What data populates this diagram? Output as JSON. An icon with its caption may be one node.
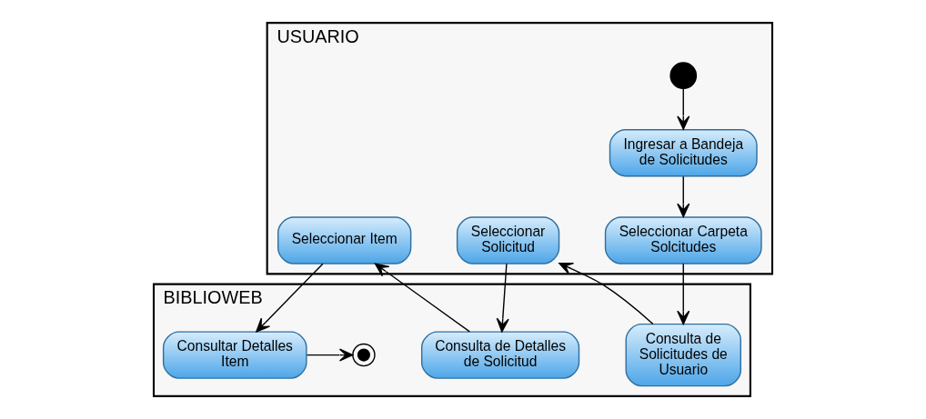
{
  "diagram": {
    "nodes": [
      {
        "text": [
          "USUARIO"
        ]
      },
      {
        "text": [
          "BIBLIOWEB"
        ]
      },
      {
        "text": [],
        "shape": "circle",
        "in": 0
      },
      {
        "text": [
          "Ingresar a Bandeja de Solicitudes"
        ],
        "in": 0
      },
      {
        "text": [
          "Seleccionar Carpeta Solcitudes"
        ],
        "in": 0
      },
      {
        "text": [
          "Seleccionar Solicitud"
        ],
        "in": 0
      },
      {
        "text": [
          "Seleccionar Item"
        ],
        "in": 0
      },
      {
        "text": [
          "Consulta de Solicitudes de Usuario"
        ],
        "in": 1
      },
      {
        "text": [
          "Consulta de Detalles de Solicitud"
        ],
        "in": 1
      },
      {
        "text": [
          "Consultar Detalles Item"
        ],
        "in": 1
      },
      {
        "text": [],
        "shape": "circle",
        "in": 1
      }
    ],
    "edges": [
      {
        "from": 2,
        "to": 3,
        "arrow": "to"
      },
      {
        "from": 3,
        "to": 4,
        "arrow": "to"
      },
      {
        "from": 4,
        "to": 7,
        "arrow": "to"
      },
      {
        "from": 7,
        "to": 5,
        "arrow": "to"
      },
      {
        "from": 5,
        "to": 8,
        "arrow": "to"
      },
      {
        "from": 8,
        "to": 6,
        "arrow": "to"
      },
      {
        "from": 6,
        "to": 9,
        "arrow": "to"
      },
      {
        "from": 9,
        "to": 10,
        "arrow": "to"
      }
    ]
  }
}
